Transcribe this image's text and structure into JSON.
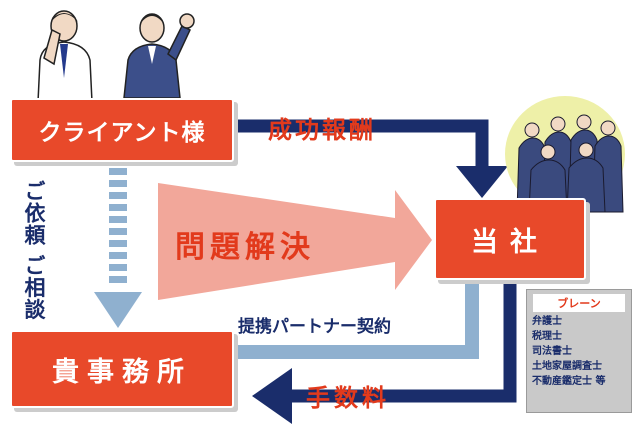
{
  "nodes": {
    "client": "クライアント様",
    "firm": "貴事務所",
    "company": "当社"
  },
  "flows": {
    "success_fee": "成功報酬",
    "problem_solving": "問題解決",
    "partner_contract": "提携パートナー契約",
    "fee": "手数料",
    "consult_line1": "ご依頼",
    "consult_line2": "ご相談"
  },
  "brain": {
    "title": "ブレーン",
    "items": [
      "弁護士",
      "税理士",
      "司法書士",
      "土地家屋調査士",
      "不動産鑑定士 等"
    ]
  },
  "colors": {
    "box": "#e8492a",
    "navy": "#1a2d6b",
    "red_text": "#e23a1c",
    "light_blue": "#8fb0cf",
    "salmon": "#f2a79a"
  },
  "icons": [
    "worried-man-icon",
    "cheering-man-icon",
    "professional-team-icon"
  ]
}
